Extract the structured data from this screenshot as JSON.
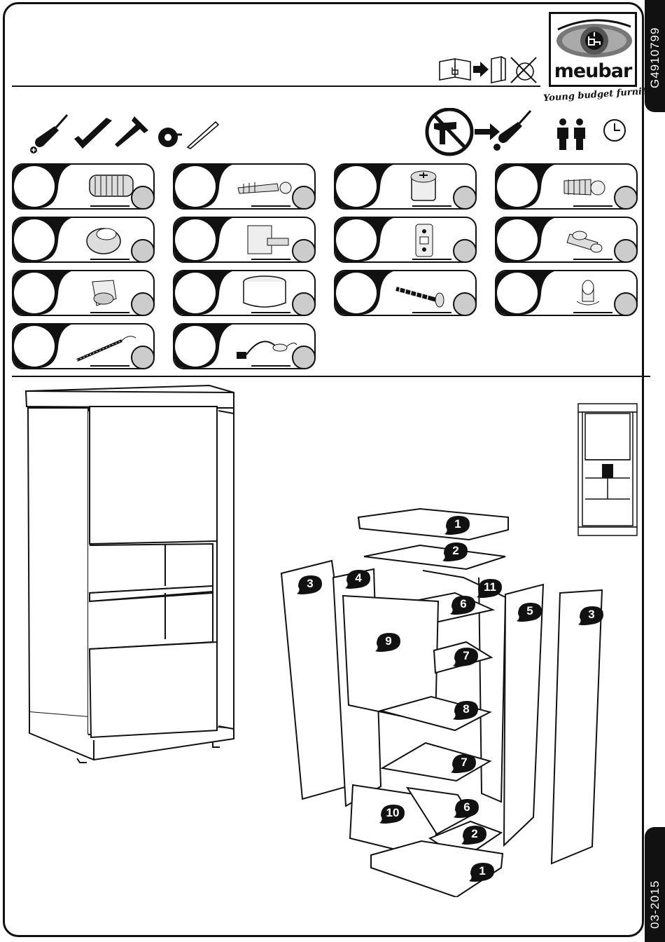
{
  "document": {
    "code": "G4910799",
    "date": "03-2015",
    "brand": "meubar",
    "slogan": "Young budget furniture"
  },
  "parts": [
    {
      "icon": "wooden-dowel-icon"
    },
    {
      "icon": "cam-bolt-icon"
    },
    {
      "icon": "cam-lock-icon"
    },
    {
      "icon": "connector-bolt-icon"
    },
    {
      "icon": "cam-lock-housing-icon"
    },
    {
      "icon": "concealed-hinge-icon"
    },
    {
      "icon": "hinge-mounting-plate-icon"
    },
    {
      "icon": "shelf-connector-icon"
    },
    {
      "icon": "corner-bracket-icon"
    },
    {
      "icon": "furniture-foot-icon"
    },
    {
      "icon": "wood-screw-icon"
    },
    {
      "icon": "shelf-support-pin-icon"
    },
    {
      "icon": "led-strip-icon"
    },
    {
      "icon": "power-adapter-icon"
    }
  ],
  "labels": {
    "p1a": "1",
    "p2a": "2",
    "p3a": "3",
    "p4": "4",
    "p11": "11",
    "p6a": "6",
    "p5": "5",
    "p3b": "3",
    "p9": "9",
    "p7a": "7",
    "p8": "8",
    "p7b": "7",
    "p10": "10",
    "p6b": "6",
    "p2b": "2",
    "p1b": "1"
  }
}
